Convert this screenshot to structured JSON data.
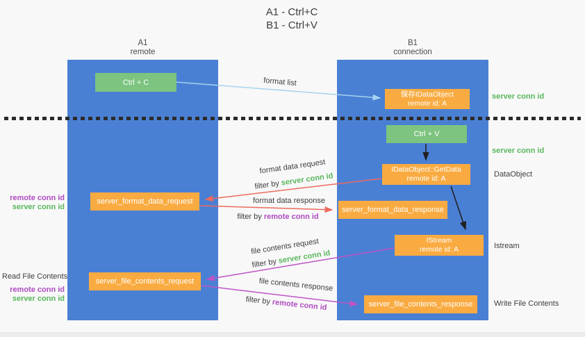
{
  "title": {
    "line1": "A1 - Ctrl+C",
    "line2": "B1 - Ctrl+V"
  },
  "columns": {
    "left": {
      "id": "A1",
      "role": "remote"
    },
    "right": {
      "id": "B1",
      "role": "connection"
    }
  },
  "nodes": {
    "ctrl_c": "Ctrl + C",
    "ctrl_v": "Ctrl + V",
    "save_idataobject": {
      "line1": "保存IDataObject",
      "line2": "remote id: A"
    },
    "getdata": {
      "line1": "IDataObject::GetData",
      "line2": "remote id: A"
    },
    "istream": {
      "line1": "IStream",
      "line2": "remote id: A"
    },
    "format_request": "server_format_data_request",
    "format_response": "server_format_data_response",
    "file_request": "server_file_contents_request",
    "file_response": "server_file_contents_response"
  },
  "arrow_labels": {
    "format_list": "format list",
    "format_data_request": {
      "label": "format data request",
      "filter_prefix": "filter by",
      "filter_key": "server conn id"
    },
    "format_data_response": {
      "label": "format data response",
      "filter_prefix": "filter by",
      "filter_key": "remote conn id"
    },
    "file_contents_request": {
      "label": "file contents request",
      "filter_prefix": "filter by",
      "filter_key": "server conn id"
    },
    "file_contents_response": {
      "label": "file contents response",
      "filter_prefix": "filter by",
      "filter_key": "remote conn id"
    }
  },
  "right_labels": {
    "server_conn_top": "server conn id",
    "server_conn_mid": "server conn id",
    "dataobject": "DataObject",
    "istream": "Istream",
    "write_file_contents": "Write File Contents"
  },
  "left_labels": {
    "pair1": {
      "remote": "remote conn id",
      "server": "server conn id"
    },
    "read_file_contents": "Read File Contents",
    "pair2": {
      "remote": "remote conn id",
      "server": "server conn id"
    }
  },
  "colors": {
    "lane_blue": "#4a80d4",
    "node_orange": "#f9ab41",
    "node_green": "#7cc47f",
    "text_green": "#58b75c",
    "text_purple": "#ae4cc0",
    "arrow_red": "#ed6a5e",
    "arrow_magenta": "#bf53c5",
    "arrow_lightblue": "#a5d3ee",
    "arrow_black": "#212121"
  }
}
